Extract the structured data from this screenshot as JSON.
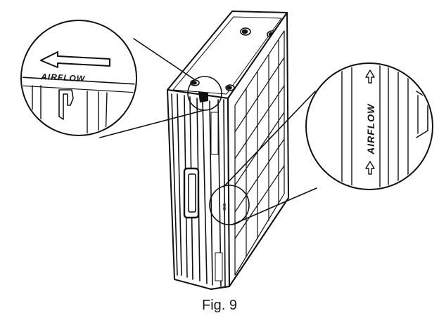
{
  "figure": {
    "caption": "Fig. 9",
    "callout_left": {
      "label": "AIRFLOW",
      "arrow_direction": "left"
    },
    "callout_right": {
      "label": "AIRFLOW",
      "arrow_direction": "up"
    },
    "line_color": "#111111",
    "background": "#ffffff"
  }
}
